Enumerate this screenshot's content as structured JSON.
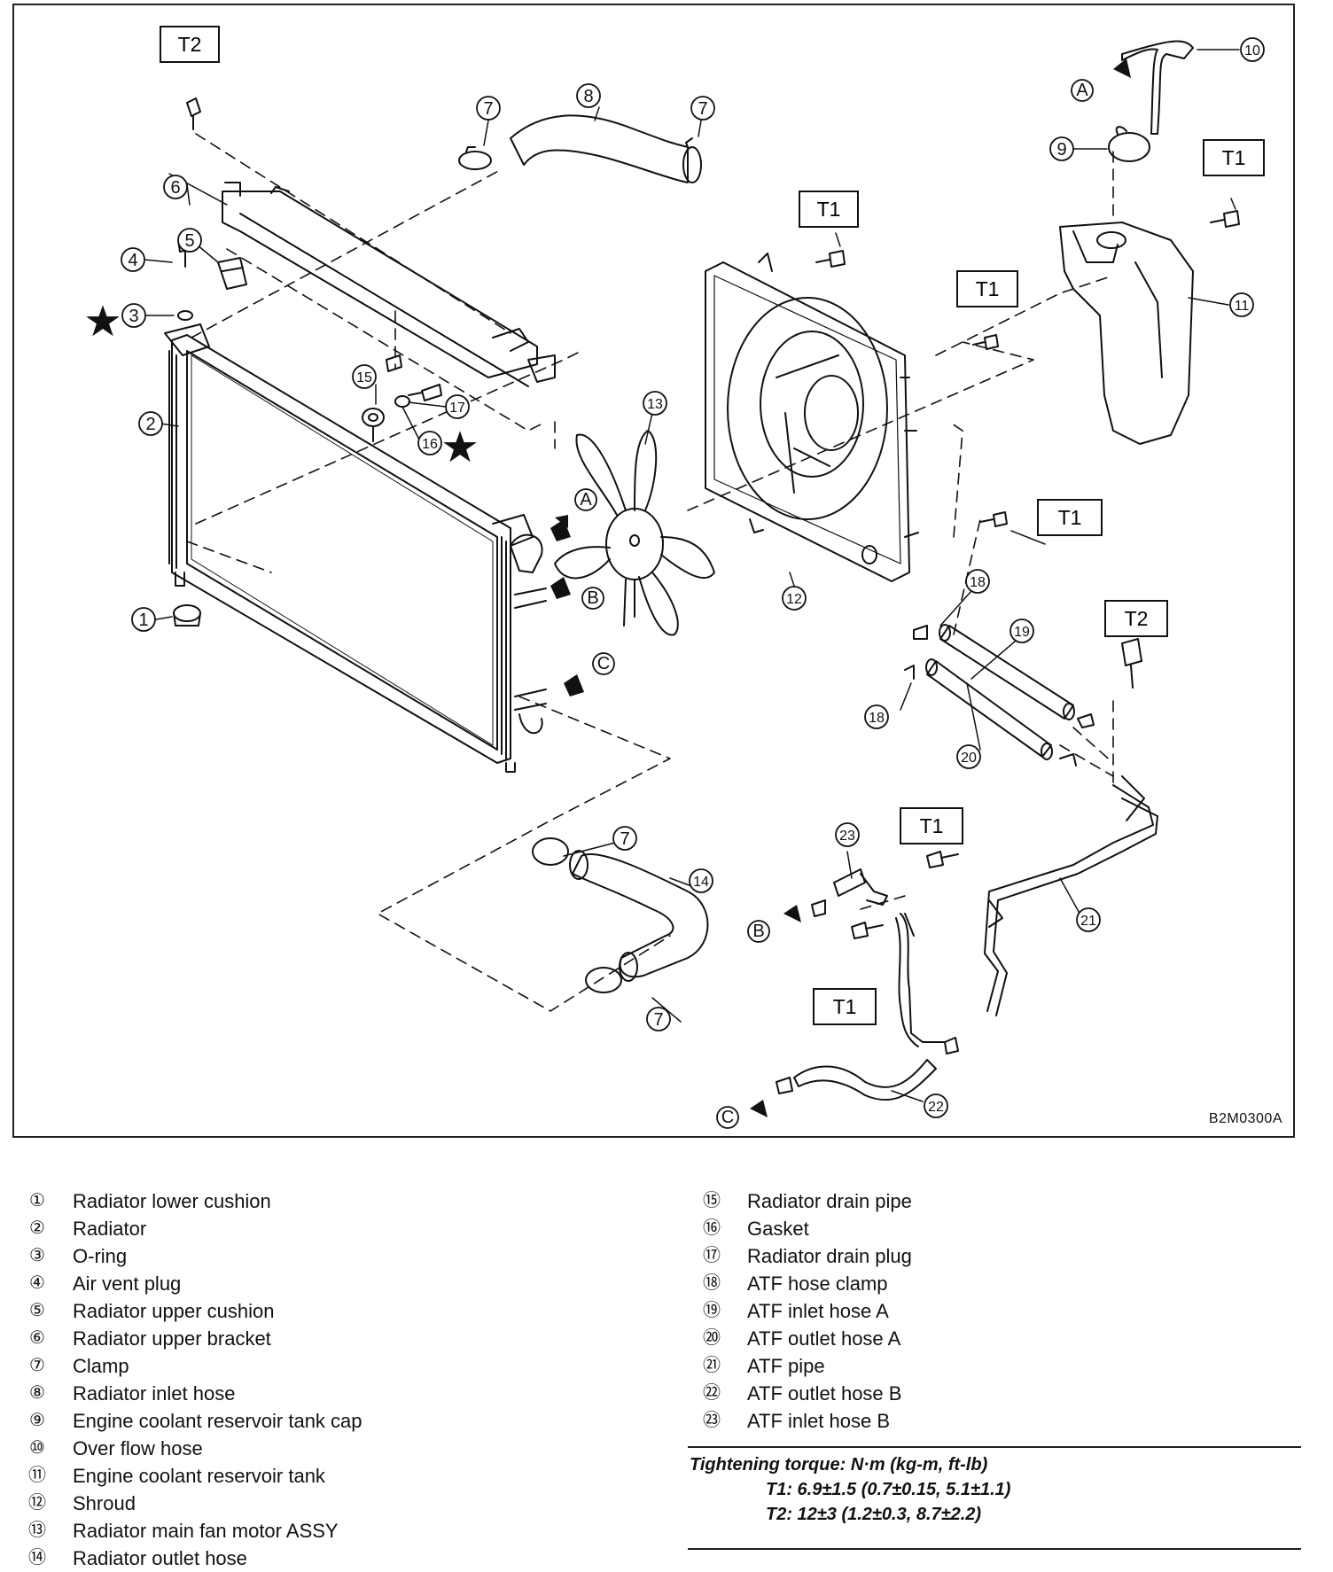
{
  "diagram": {
    "code": "B2M0300A",
    "torque_labels": {
      "t1": "T1",
      "t2": "T2"
    },
    "callouts": {
      "n1": "1",
      "n2": "2",
      "n3": "3",
      "n4": "4",
      "n5": "5",
      "n6": "6",
      "n7": "7",
      "n8": "8",
      "n9": "9",
      "n10": "10",
      "n11": "11",
      "n12": "12",
      "n13": "13",
      "n14": "14",
      "n15": "15",
      "n16": "16",
      "n17": "17",
      "n18": "18",
      "n19": "19",
      "n20": "20",
      "n21": "21",
      "n22": "22",
      "n23": "23"
    },
    "arrow_letters": {
      "a": "A",
      "b": "B",
      "c": "C"
    }
  },
  "legend": {
    "left": [
      {
        "num": "①",
        "label": "Radiator lower cushion"
      },
      {
        "num": "②",
        "label": "Radiator"
      },
      {
        "num": "③",
        "label": "O-ring"
      },
      {
        "num": "④",
        "label": "Air vent plug"
      },
      {
        "num": "⑤",
        "label": "Radiator upper cushion"
      },
      {
        "num": "⑥",
        "label": "Radiator upper bracket"
      },
      {
        "num": "⑦",
        "label": "Clamp"
      },
      {
        "num": "⑧",
        "label": "Radiator inlet hose"
      },
      {
        "num": "⑨",
        "label": "Engine coolant reservoir tank cap"
      },
      {
        "num": "⑩",
        "label": "Over flow hose"
      },
      {
        "num": "⑪",
        "label": "Engine coolant reservoir tank"
      },
      {
        "num": "⑫",
        "label": "Shroud"
      },
      {
        "num": "⑬",
        "label": "Radiator main fan motor ASSY"
      },
      {
        "num": "⑭",
        "label": "Radiator outlet hose"
      }
    ],
    "right": [
      {
        "num": "⑮",
        "label": "Radiator drain pipe"
      },
      {
        "num": "⑯",
        "label": "Gasket"
      },
      {
        "num": "⑰",
        "label": "Radiator drain plug"
      },
      {
        "num": "⑱",
        "label": "ATF hose clamp"
      },
      {
        "num": "⑲",
        "label": "ATF inlet hose A"
      },
      {
        "num": "⑳",
        "label": "ATF outlet hose A"
      },
      {
        "num": "㉑",
        "label": "ATF pipe"
      },
      {
        "num": "㉒",
        "label": "ATF outlet hose B"
      },
      {
        "num": "㉓",
        "label": "ATF inlet hose B"
      }
    ]
  },
  "torque": {
    "title": "Tightening torque: N·m (kg-m, ft-lb)",
    "t1": "T1:  6.9±1.5 (0.7±0.15, 5.1±1.1)",
    "t2": "T2:  12±3 (1.2±0.3, 8.7±2.2)"
  }
}
